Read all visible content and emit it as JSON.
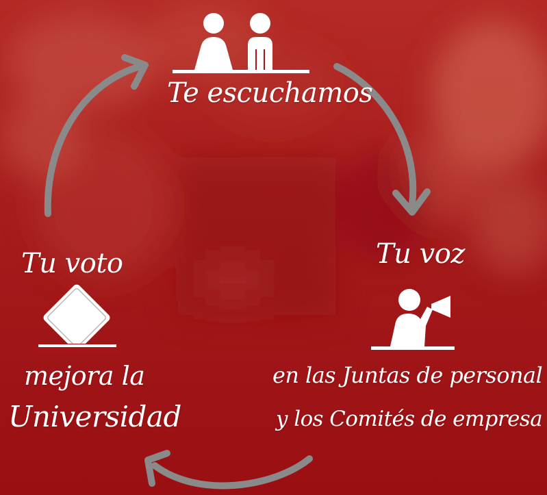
{
  "colors": {
    "background": "#a51517",
    "background_dark": "#8c0c0e",
    "text": "#ffffff",
    "arrow": "#8a8a8a"
  },
  "nodes": {
    "listen": {
      "label": "Te escuchamos",
      "icon": "two-people-at-table-icon"
    },
    "voice": {
      "label": "Tu voz",
      "icon": "person-with-megaphone-icon"
    },
    "boards": {
      "line1": "en las Juntas de personal",
      "line2": "y los Comités de empresa"
    },
    "vote": {
      "label": "Tu voto",
      "icon": "ballot-box-icon"
    },
    "improve": {
      "line1": "mejora la",
      "line2": "Universidad"
    }
  },
  "arrows": [
    {
      "from": "listen",
      "to": "voice"
    },
    {
      "from": "boards",
      "to": "improve"
    },
    {
      "from": "vote",
      "to": "listen"
    }
  ]
}
